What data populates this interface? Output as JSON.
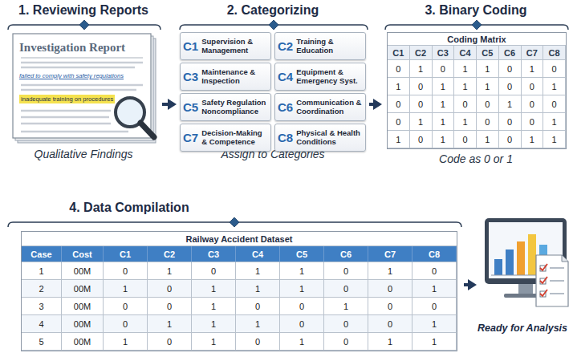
{
  "diagram": {
    "nodes": [
      {
        "text": [
          "1. Reviewing Reports",
          "Qualitative Findings"
        ]
      },
      {
        "text": [
          "Investigation Report",
          "failed to comply with safety regulations",
          "inadequate training on procedures"
        ],
        "in": 0
      },
      {
        "text": [
          "2. Categorizing",
          "Assign to Categories"
        ]
      },
      {
        "text": [
          "C1",
          "Supervision & Management"
        ],
        "in": 2
      },
      {
        "text": [
          "C2",
          "Training & Education"
        ],
        "in": 2
      },
      {
        "text": [
          "C3",
          "Maintenance & Inspection"
        ],
        "in": 2
      },
      {
        "text": [
          "C4",
          "Equipment & Emergency Syst."
        ],
        "in": 2
      },
      {
        "text": [
          "C5",
          "Safety Regulation Noncompliance"
        ],
        "in": 2
      },
      {
        "text": [
          "C6",
          "Communication & Coordination"
        ],
        "in": 2
      },
      {
        "text": [
          "C7",
          "Decision-Making & Competence"
        ],
        "in": 2
      },
      {
        "text": [
          "C8",
          "Physical & Health Conditions"
        ],
        "in": 2
      },
      {
        "text": [
          "3. Binary Coding",
          "Code as 0 or 1"
        ]
      },
      {
        "text": [
          "Coding Matrix"
        ],
        "in": 11
      },
      {
        "text": [
          "4. Data Compilation"
        ]
      },
      {
        "text": [
          "Railway Accident Dataset"
        ],
        "in": 13
      },
      {
        "text": [
          "Ready for Analysis"
        ]
      }
    ],
    "edges": [
      {
        "from": 0,
        "to": 2,
        "arrow": "to"
      },
      {
        "from": 2,
        "to": 11,
        "arrow": "to"
      },
      {
        "from": 13,
        "to": 15,
        "arrow": "to"
      }
    ],
    "labels": [
      "C1",
      "C2",
      "C3",
      "C4",
      "C5",
      "C6",
      "C7",
      "C8",
      "0",
      "1",
      "0",
      "1",
      "1",
      "0",
      "1",
      "0",
      "1",
      "0",
      "1",
      "1",
      "1",
      "0",
      "0",
      "1",
      "0",
      "0",
      "1",
      "0",
      "0",
      "1",
      "0",
      "0",
      "0",
      "1",
      "1",
      "1",
      "0",
      "0",
      "0",
      "1",
      "1",
      "0",
      "1",
      "0",
      "1",
      "0",
      "1",
      "1",
      "Case",
      "Cost",
      "C1",
      "C2",
      "C3",
      "C4",
      "C5",
      "C6",
      "C7",
      "C8",
      "1",
      "00M",
      "0",
      "1",
      "0",
      "1",
      "1",
      "0",
      "1",
      "0",
      "2",
      "00M",
      "1",
      "0",
      "1",
      "1",
      "1",
      "0",
      "0",
      "1",
      "3",
      "00M",
      "0",
      "0",
      "1",
      "0",
      "0",
      "1",
      "0",
      "0",
      "4",
      "00M",
      "0",
      "1",
      "1",
      "1",
      "0",
      "0",
      "0",
      "1",
      "5",
      "00M",
      "1",
      "0",
      "1",
      "0",
      "1",
      "0",
      "1",
      "1"
    ]
  }
}
